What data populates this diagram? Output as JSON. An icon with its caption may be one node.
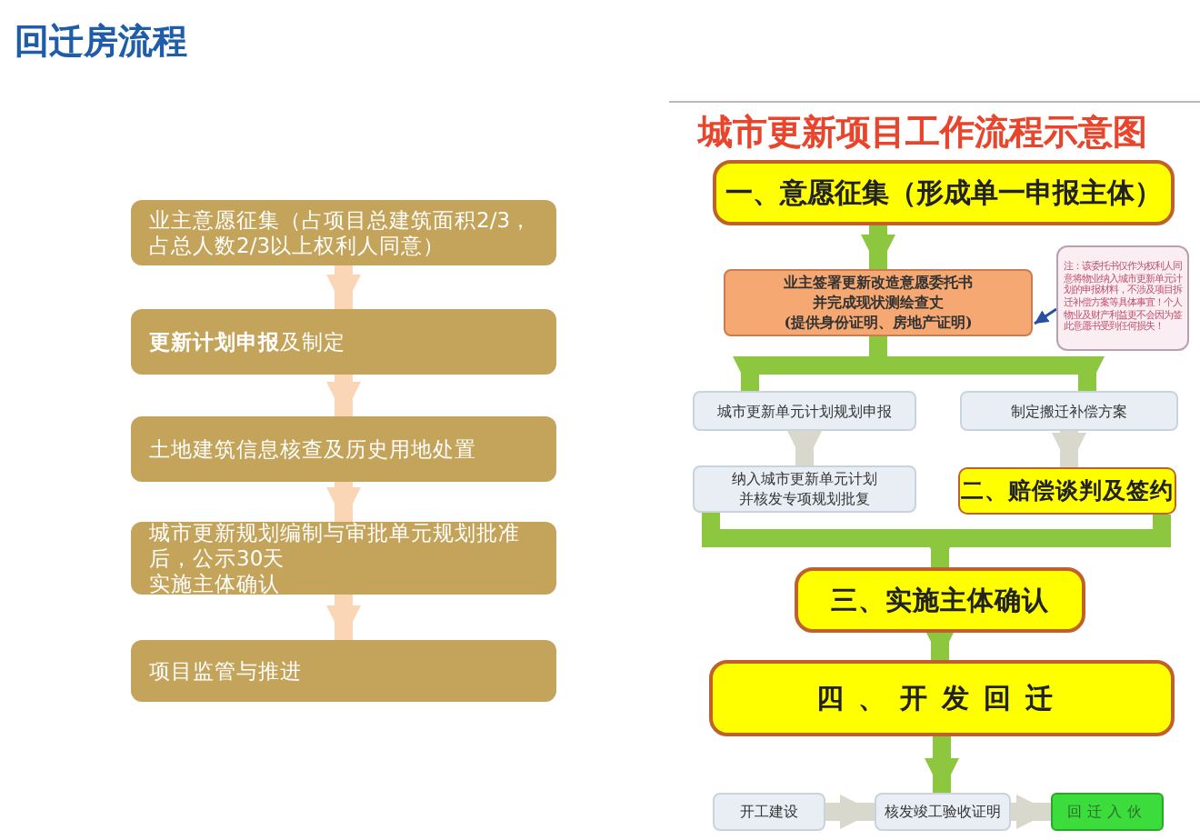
{
  "diagram": {
    "title": "回迁房流程",
    "nodes": [
      {
        "text": [
          "业主意愿征集（占项目总建筑面积2/3，占总人数2/3以上权利人同意）"
        ]
      },
      {
        "text": [
          "**更新计划申报**及制定"
        ]
      },
      {
        "text": [
          "土地建筑信息核查及历史用地处置"
        ]
      },
      {
        "text": [
          "城市更新规划编制与审批单元规划批准后，公示30天",
          "实施主体确认"
        ]
      },
      {
        "text": [
          "项目监管与推进"
        ]
      },
      {
        "text": [
          "一、意愿征集（形成单一申报主体）"
        ]
      },
      {
        "text": [
          "业主签署更新改造意愿委托书并完成现状测绘查丈",
          "(提供身份证明、房地产证明)"
        ]
      },
      {
        "text": [
          "注：该委托书仅作为权利人同意将物业纳入城市更新单元计划的申报材料，不涉及项目拆迁补偿方案等具体事宜！个人物业及财产利益更不会因为签此意愿书受到任何损失！"
        ]
      },
      {
        "text": [
          "城市更新单元计划规划申报"
        ]
      },
      {
        "text": [
          "制定搬迁补偿方案"
        ]
      },
      {
        "text": [
          "纳入城市更新单元计划并核发专项规划批复"
        ]
      },
      {
        "text": [
          "二、赔偿谈判及签约"
        ]
      },
      {
        "text": [
          "三、实施主体确认"
        ]
      },
      {
        "text": [
          "四、开发回迁"
        ]
      },
      {
        "text": [
          "开工建设"
        ]
      },
      {
        "text": [
          "核发竣工验收证明"
        ]
      },
      {
        "text": [
          "回迁入伙"
        ]
      }
    ],
    "edges": [
      {
        "from": 0,
        "to": 1,
        "arrow": "to",
        "color": "#fbd6b6"
      },
      {
        "from": 1,
        "to": 2,
        "arrow": "to",
        "color": "#fbd6b6"
      },
      {
        "from": 2,
        "to": 3,
        "arrow": "to",
        "color": "#fbd6b6"
      },
      {
        "from": 3,
        "to": 4,
        "arrow": "to",
        "color": "#fbd6b6"
      },
      {
        "from": 5,
        "to": 6,
        "arrow": "to"
      },
      {
        "from": 7,
        "to": 6,
        "arrow": "to",
        "color": "#2a4fa0"
      },
      {
        "from": 6,
        "to": 8,
        "arrow": "to"
      },
      {
        "from": 6,
        "to": 9,
        "arrow": "to"
      },
      {
        "from": 8,
        "to": 10,
        "arrow": "to",
        "color": "#d8d8cc"
      },
      {
        "from": 9,
        "to": 11,
        "arrow": "to",
        "color": "#d8d8cc"
      },
      {
        "from": 10,
        "to": 12,
        "arrow": "to"
      },
      {
        "from": 11,
        "to": 12,
        "arrow": "to"
      },
      {
        "from": 12,
        "to": 13,
        "arrow": "to"
      },
      {
        "from": 13,
        "to": 15,
        "arrow": "to"
      },
      {
        "from": 14,
        "to": 15,
        "arrow": "to",
        "color": "#d8d8cc"
      },
      {
        "from": 15,
        "to": 16,
        "arrow": "to",
        "color": "#d8d8cc"
      }
    ],
    "labels": [
      "城市更新项目工作流程示意图"
    ]
  }
}
